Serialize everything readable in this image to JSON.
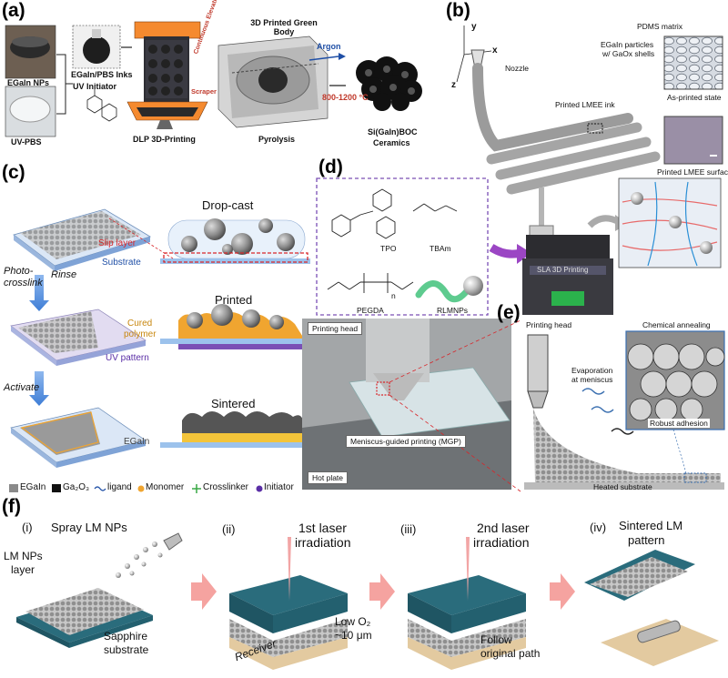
{
  "panels": {
    "a": {
      "label": "(a)",
      "egain_nps": "EGaIn NPs",
      "uv_pbs": "UV-PBS",
      "inks": "EGaIn/PBS Inks",
      "uv_initiator": "UV Initiator",
      "dlp": "DLP 3D-Printing",
      "continuous_elevation": "Continuous Elevation",
      "scraper": "Scraper",
      "green_body": "3D Printed Green Body",
      "argon": "Argon",
      "temperature": "800-1200 °C",
      "pyrolysis": "Pyrolysis",
      "ceramics_1": "Si(GaIn)BOC",
      "ceramics_2": "Ceramics"
    },
    "b": {
      "label": "(b)",
      "axis_y": "y",
      "axis_x": "x",
      "axis_z": "z",
      "nozzle": "Nozzle",
      "pdms": "PDMS matrix",
      "particles_1": "EGaIn particles",
      "particles_2": "w/ GaOx shells",
      "printed_ink": "Printed LMEE ink",
      "as_printed": "As-printed state",
      "surface": "Printed LMEE surface"
    },
    "c": {
      "label": "(c)",
      "drop_cast": "Drop-cast",
      "slip_layer": "Slip layer",
      "substrate": "Substrate",
      "photo": "Photo-",
      "crosslink": "crosslink",
      "rinse": "Rinse",
      "printed": "Printed",
      "cured_1": "Cured",
      "cured_2": "polymer",
      "uv_pattern": "UV pattern",
      "activate": "Activate",
      "sintered": "Sintered",
      "egain": "EGaIn",
      "legend": [
        "EGaIn",
        "Ga₂O₃",
        "ligand",
        "Monomer",
        "Crosslinker",
        "Initiator"
      ]
    },
    "d": {
      "label": "(d)",
      "tpo": "TPO",
      "tbam": "TBAm",
      "pegda": "PEGDA",
      "n": "n",
      "rlmnps": "RLMNPs",
      "sla": "SLA 3D Printing"
    },
    "e": {
      "label": "(e)",
      "printing_head": "Printing head",
      "mgp": "Meniscus-guided printing (MGP)",
      "hot_plate": "Hot plate",
      "printing_head_2": "Printing head",
      "chemical": "Chemical annealing",
      "evaporation_1": "Evaporation",
      "evaporation_2": "at meniscus",
      "robust": "Robust adhesion",
      "heated": "Heated substrate"
    },
    "f": {
      "label": "(f)",
      "step1_num": "(i)",
      "step1_title": "Spray LM NPs",
      "lm_nps_1": "LM NPs",
      "lm_nps_2": "layer",
      "sapphire_1": "Sapphire",
      "sapphire_2": "substrate",
      "step2_num": "(ii)",
      "step2_title_1": "1st laser",
      "step2_title_2": "irradiation",
      "low_o2": "Low O₂",
      "gap": "~10 μm",
      "receiver": "Receiver",
      "step3_num": "(iii)",
      "step3_title_1": "2nd laser",
      "step3_title_2": "irradiation",
      "follow_1": "Follow",
      "follow_2": "original path",
      "step4_num": "(iv)",
      "step4_title_1": "Sintered LM",
      "step4_title_2": "pattern"
    }
  },
  "colors": {
    "egain_gray": "#8a8a8a",
    "slip_red": "#d8262a",
    "substrate_blue": "#3f7ed6",
    "cured_orange": "#f0a530",
    "uv_purple": "#7a4fb5",
    "arrow_pink": "#f5a3a0",
    "receiver_teal": "#2a6c7c",
    "base_tan": "#e3caa0"
  }
}
